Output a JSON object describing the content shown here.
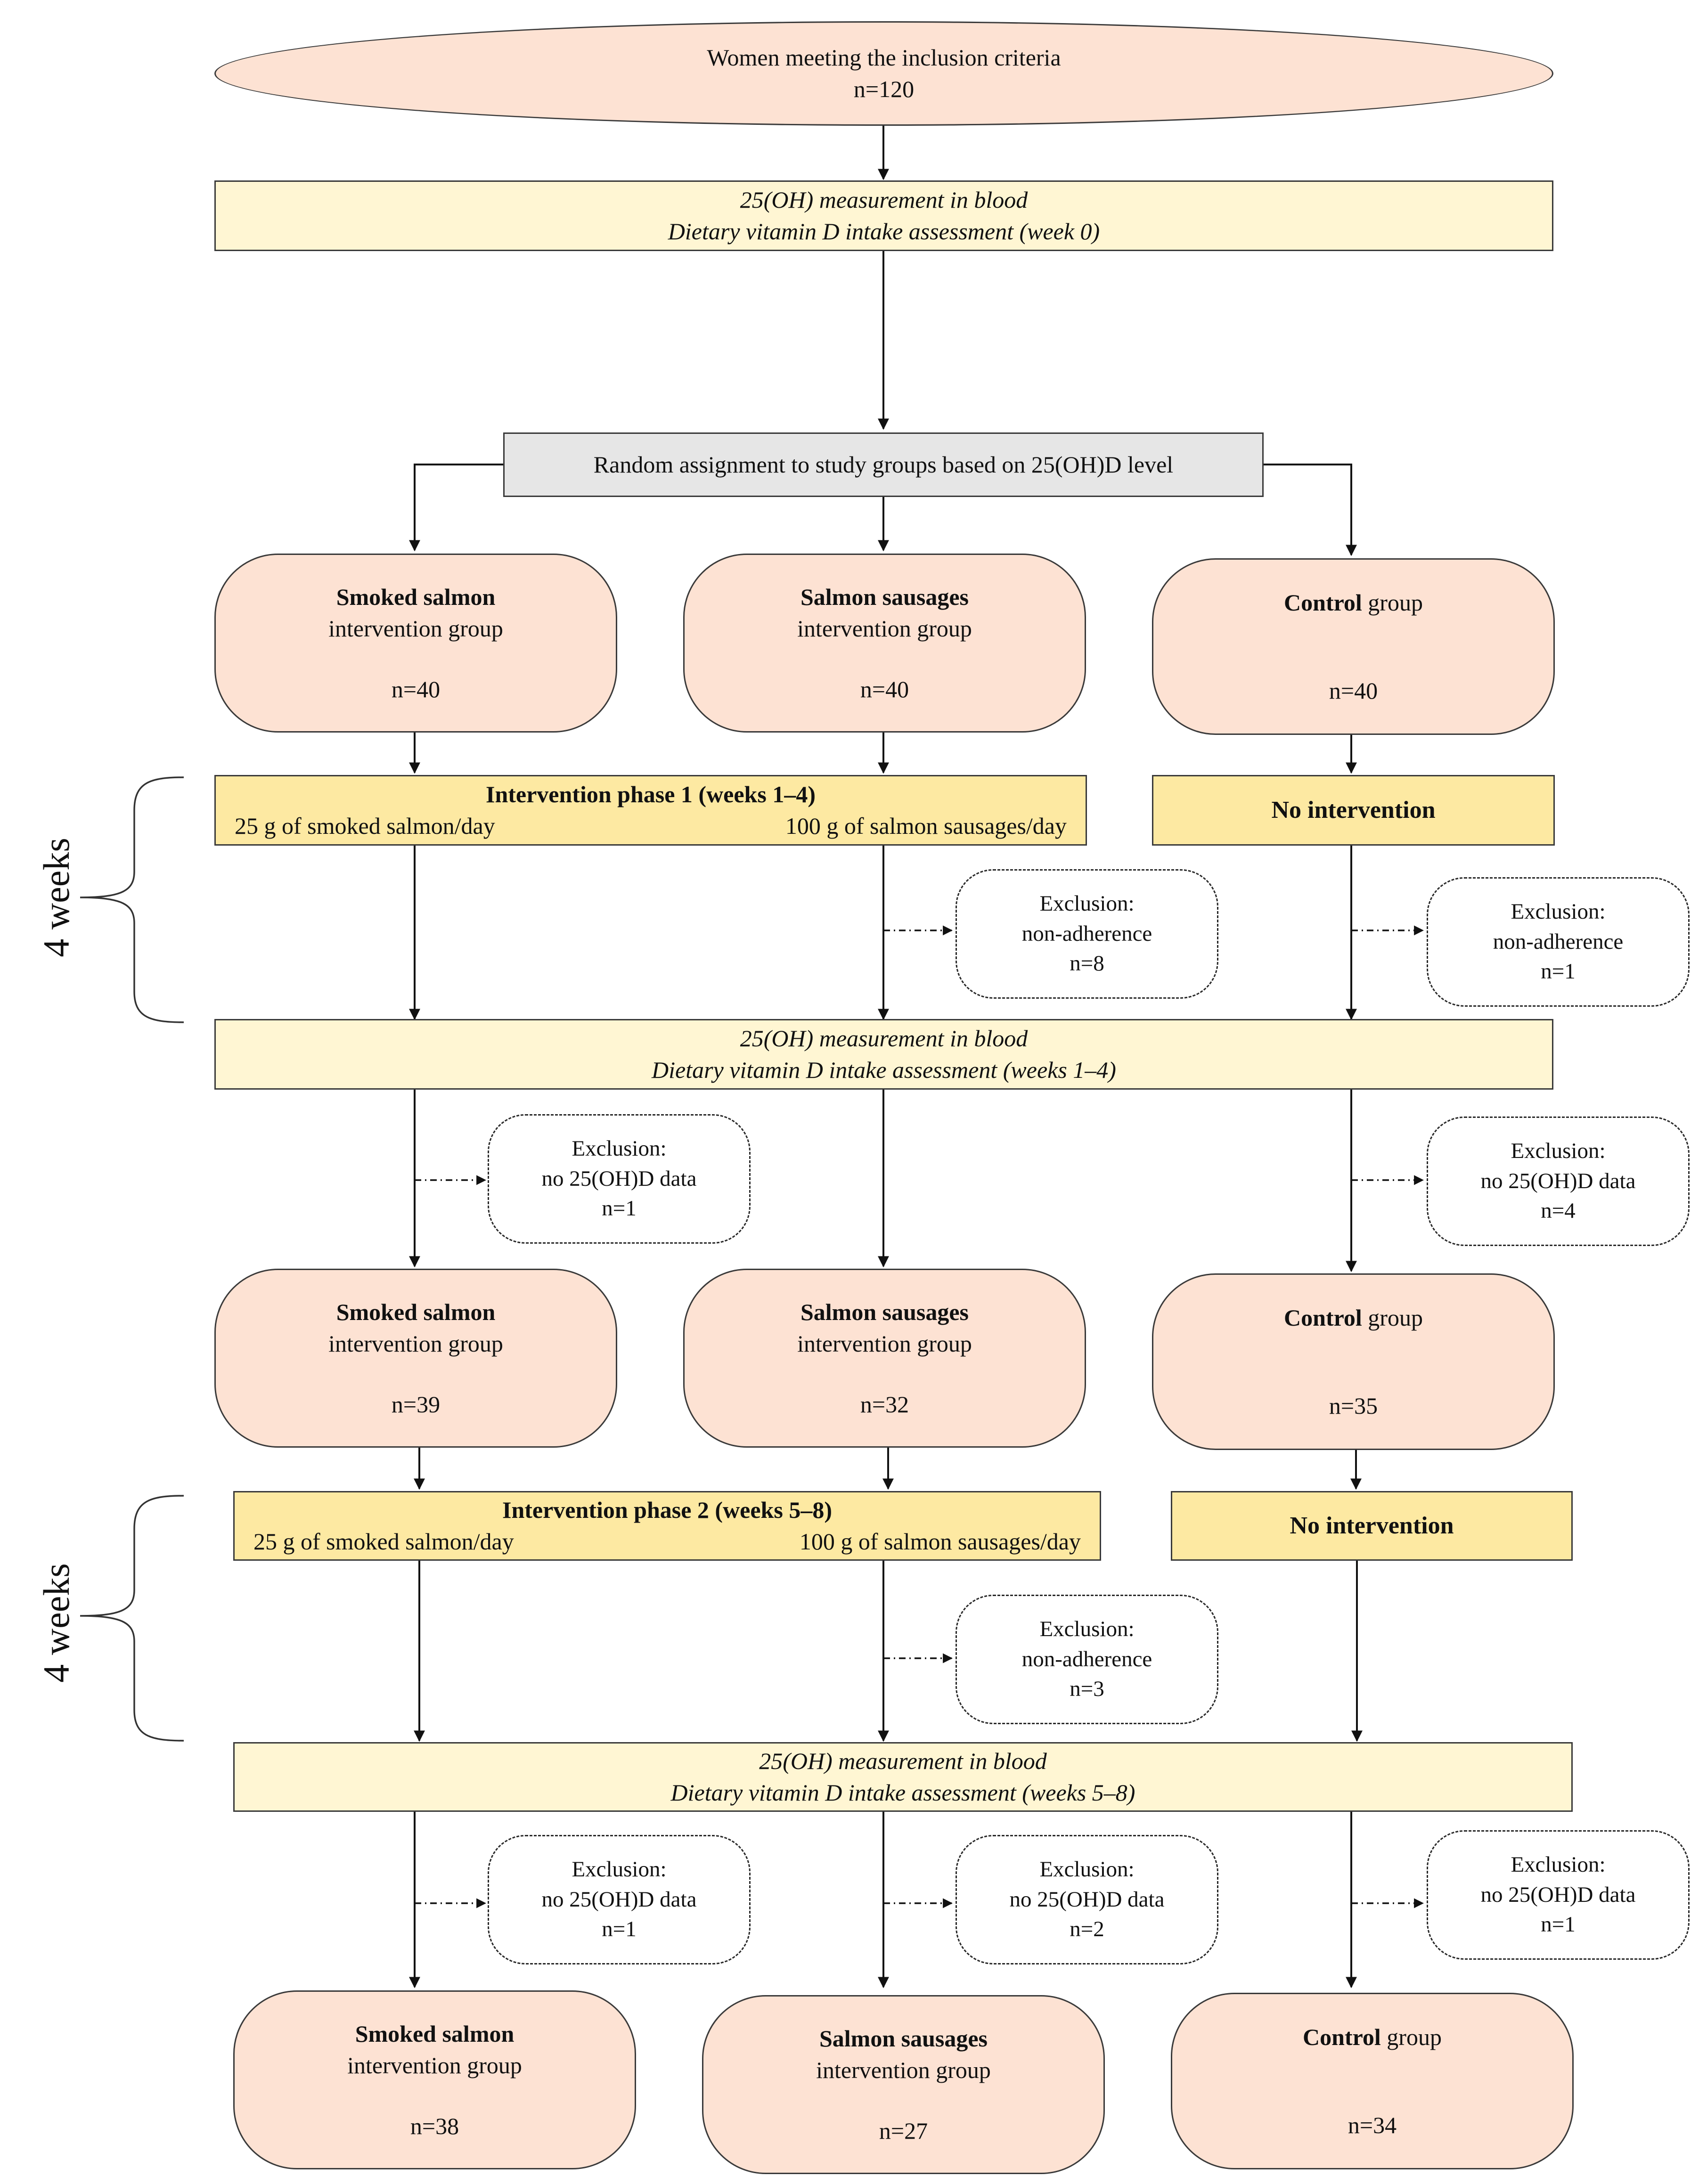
{
  "start": {
    "line1": "Women meeting the inclusion criteria",
    "line2": "n=120"
  },
  "baseline": {
    "line1": "25(OH) measurement in blood",
    "line2": "Dietary vitamin D intake assessment (week 0)"
  },
  "randomization": "Random assignment to study groups based on 25(OH)D level",
  "groups_initial": [
    {
      "name": "Smoked salmon",
      "suffix": "",
      "sub": "intervention group",
      "n": "n=40"
    },
    {
      "name": "Salmon sausages",
      "suffix": "",
      "sub": "intervention group",
      "n": "n=40"
    },
    {
      "name": "Control",
      "suffix": " group",
      "sub": "",
      "n": "n=40"
    }
  ],
  "phase1": {
    "title": "Intervention phase 1 (weeks 1–4)",
    "left": "25 g of smoked salmon/day",
    "right": "100 g of salmon sausages/day",
    "none": "No intervention"
  },
  "excl_phase1": [
    {
      "title": "Exclusion:",
      "reason": "non-adherence",
      "n": "n=8"
    },
    {
      "title": "Exclusion:",
      "reason": "non-adherence",
      "n": "n=1"
    }
  ],
  "mid_measure": {
    "line1": "25(OH) measurement in blood",
    "line2": "Dietary vitamin D intake assessment (weeks 1–4)"
  },
  "excl_mid": [
    {
      "title": "Exclusion:",
      "reason": "no 25(OH)D data",
      "n": "n=1"
    },
    {
      "title": "Exclusion:",
      "reason": "no 25(OH)D data",
      "n": "n=4"
    }
  ],
  "groups_mid": [
    {
      "name": "Smoked salmon",
      "suffix": "",
      "sub": "intervention group",
      "n": "n=39"
    },
    {
      "name": "Salmon sausages",
      "suffix": "",
      "sub": "intervention group",
      "n": "n=32"
    },
    {
      "name": "Control",
      "suffix": " group",
      "sub": "",
      "n": "n=35"
    }
  ],
  "phase2": {
    "title": "Intervention phase 2 (weeks 5–8)",
    "left": "25 g of smoked salmon/day",
    "right": "100 g of salmon sausages/day",
    "none": "No intervention"
  },
  "excl_phase2": {
    "title": "Exclusion:",
    "reason": "non-adherence",
    "n": "n=3"
  },
  "final_measure": {
    "line1": "25(OH) measurement in blood",
    "line2": "Dietary vitamin D intake assessment (weeks 5–8)"
  },
  "excl_final": [
    {
      "title": "Exclusion:",
      "reason": "no 25(OH)D data",
      "n": "n=1"
    },
    {
      "title": "Exclusion:",
      "reason": "no 25(OH)D data",
      "n": "n=2"
    },
    {
      "title": "Exclusion:",
      "reason": "no 25(OH)D data",
      "n": "n=1"
    }
  ],
  "groups_final": [
    {
      "name": "Smoked salmon",
      "suffix": "",
      "sub": "intervention group",
      "n": "n=38"
    },
    {
      "name": "Salmon sausages",
      "suffix": "",
      "sub": "intervention group",
      "n": "n=27"
    },
    {
      "name": "Control",
      "suffix": " group",
      "sub": "",
      "n": "n=34"
    }
  ],
  "side_labels": [
    "4 weeks",
    "4 weeks"
  ]
}
